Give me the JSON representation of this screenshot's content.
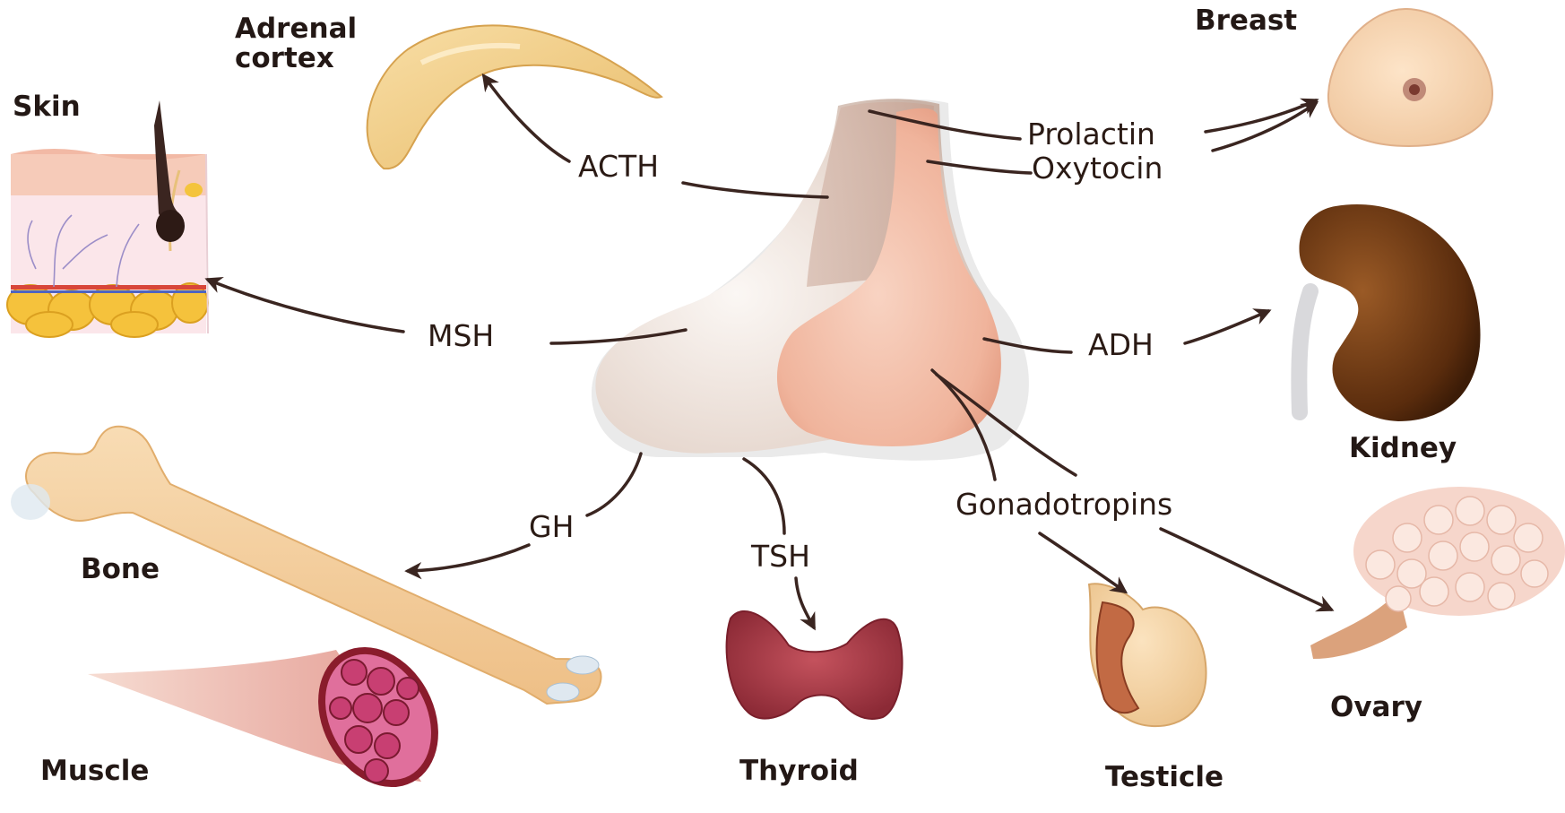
{
  "organs": {
    "adrenal": "Adrenal\ncortex",
    "skin": "Skin",
    "breast": "Breast",
    "kidney": "Kidney",
    "bone": "Bone",
    "muscle": "Muscle",
    "thyroid": "Thyroid",
    "testicle": "Testicle",
    "ovary": "Ovary"
  },
  "hormones": {
    "acth": "ACTH",
    "msh": "MSH",
    "gh": "GH",
    "tsh": "TSH",
    "prolactin": "Prolactin",
    "oxytocin": "Oxytocin",
    "adh": "ADH",
    "gonadotropins": "Gonadotropins"
  },
  "colors": {
    "arrow": "#3a2520",
    "label": "#231815",
    "pituitary_anterior": "#eee3dc",
    "pituitary_posterior": "#efb9a4",
    "bone": "#f4cf9e",
    "kidney": "#6b3712",
    "thyroid": "#a43c47"
  }
}
